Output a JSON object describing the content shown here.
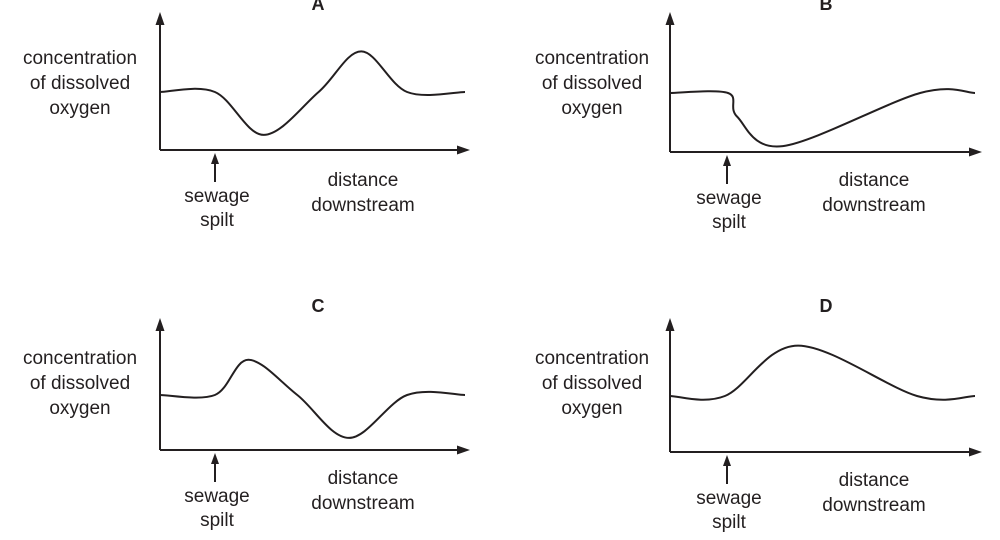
{
  "chart_data": [
    {
      "type": "line",
      "title": "A",
      "ylabel": [
        "concentration",
        "of dissolved",
        "oxygen"
      ],
      "xlabel": [
        "distance",
        "downstream"
      ],
      "annotation": [
        "sewage",
        "spilt"
      ],
      "baseline": 0.5,
      "ylim": [
        0,
        1
      ],
      "xlim": [
        0,
        1
      ],
      "series": [
        {
          "x": [
            0,
            0.18,
            0.34,
            0.52,
            0.66,
            0.81,
            1
          ],
          "y": [
            0.5,
            0.5,
            0.13,
            0.5,
            0.85,
            0.5,
            0.5
          ]
        }
      ]
    },
    {
      "type": "line",
      "title": "B",
      "ylabel": [
        "concentration",
        "of dissolved",
        "oxygen"
      ],
      "xlabel": [
        "distance",
        "downstream"
      ],
      "annotation": [
        "sewage",
        "spilt"
      ],
      "baseline": 0.5,
      "ylim": [
        0,
        1
      ],
      "xlim": [
        0,
        1
      ],
      "series": [
        {
          "x": [
            0,
            0.19,
            0.22,
            0.37,
            0.82,
            1
          ],
          "y": [
            0.5,
            0.5,
            0.3,
            0.05,
            0.5,
            0.5
          ]
        }
      ]
    },
    {
      "type": "line",
      "title": "C",
      "ylabel": [
        "concentration",
        "of dissolved",
        "oxygen"
      ],
      "xlabel": [
        "distance",
        "downstream"
      ],
      "annotation": [
        "sewage",
        "spilt"
      ],
      "baseline": 0.5,
      "ylim": [
        0,
        1
      ],
      "xlim": [
        0,
        1
      ],
      "series": [
        {
          "x": [
            0,
            0.18,
            0.29,
            0.45,
            0.62,
            0.81,
            1
          ],
          "y": [
            0.5,
            0.5,
            0.82,
            0.5,
            0.11,
            0.5,
            0.5
          ]
        }
      ]
    },
    {
      "type": "line",
      "title": "D",
      "ylabel": [
        "concentration",
        "of dissolved",
        "oxygen"
      ],
      "xlabel": [
        "distance",
        "downstream"
      ],
      "annotation": [
        "sewage",
        "spilt"
      ],
      "baseline": 0.5,
      "ylim": [
        0,
        1
      ],
      "xlim": [
        0,
        1
      ],
      "series": [
        {
          "x": [
            0,
            0.18,
            0.42,
            0.81,
            1
          ],
          "y": [
            0.5,
            0.5,
            0.95,
            0.5,
            0.5
          ]
        }
      ]
    }
  ]
}
